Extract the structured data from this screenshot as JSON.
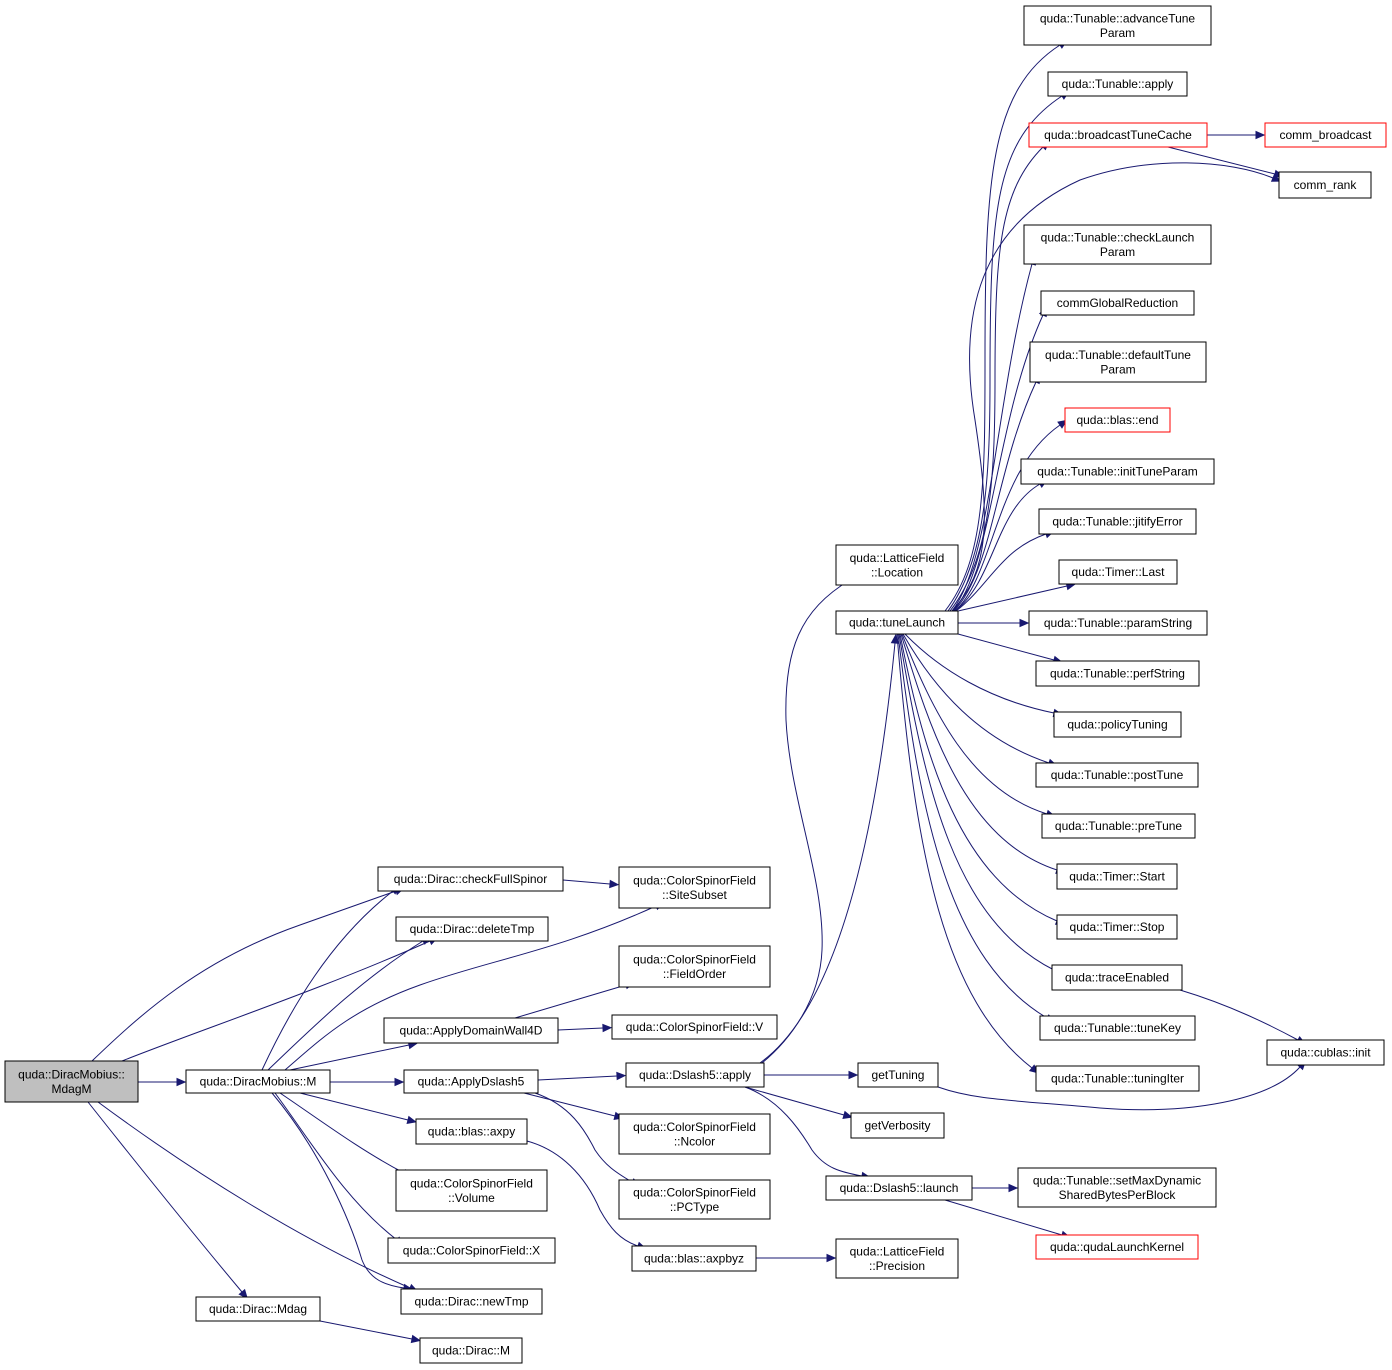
{
  "colors": {
    "edge": "#191970",
    "node_border": "#000000",
    "truncated_border": "#ff0000",
    "root_fill": "#bfbfbf"
  },
  "nodes": {
    "mdagm": {
      "lines": [
        "quda::DiracMobius::",
        "MdagM"
      ],
      "kind": "root"
    },
    "diracmobius_m": {
      "lines": [
        "quda::DiracMobius::M"
      ]
    },
    "dirac_mdag": {
      "lines": [
        "quda::Dirac::Mdag"
      ]
    },
    "dirac_m": {
      "lines": [
        "quda::Dirac::M"
      ]
    },
    "check_full_spinor": {
      "lines": [
        "quda::Dirac::checkFullSpinor"
      ]
    },
    "delete_tmp": {
      "lines": [
        "quda::Dirac::deleteTmp"
      ]
    },
    "apply_domain_wall_4d": {
      "lines": [
        "quda::ApplyDomainWall4D"
      ]
    },
    "apply_dslash5": {
      "lines": [
        "quda::ApplyDslash5"
      ]
    },
    "blas_axpy": {
      "lines": [
        "quda::blas::axpy"
      ]
    },
    "csf_volume": {
      "lines": [
        "quda::ColorSpinorField",
        "::Volume"
      ]
    },
    "csf_x": {
      "lines": [
        "quda::ColorSpinorField::X"
      ]
    },
    "new_tmp": {
      "lines": [
        "quda::Dirac::newTmp"
      ]
    },
    "csf_site_subset": {
      "lines": [
        "quda::ColorSpinorField",
        "::SiteSubset"
      ]
    },
    "csf_field_order": {
      "lines": [
        "quda::ColorSpinorField",
        "::FieldOrder"
      ]
    },
    "csf_v": {
      "lines": [
        "quda::ColorSpinorField::V"
      ]
    },
    "dslash5_apply": {
      "lines": [
        "quda::Dslash5::apply"
      ]
    },
    "csf_ncolor": {
      "lines": [
        "quda::ColorSpinorField",
        "::Ncolor"
      ]
    },
    "csf_pctype": {
      "lines": [
        "quda::ColorSpinorField",
        "::PCType"
      ]
    },
    "blas_axpbyz": {
      "lines": [
        "quda::blas::axpbyz"
      ]
    },
    "lattice_location": {
      "lines": [
        "quda::LatticeField",
        "::Location"
      ]
    },
    "tune_launch": {
      "lines": [
        "quda::tuneLaunch"
      ]
    },
    "get_tuning": {
      "lines": [
        "getTuning"
      ]
    },
    "get_verbosity": {
      "lines": [
        "getVerbosity"
      ]
    },
    "dslash5_launch": {
      "lines": [
        "quda::Dslash5::launch"
      ]
    },
    "lattice_precision": {
      "lines": [
        "quda::LatticeField",
        "::Precision"
      ]
    },
    "advance_tune_param": {
      "lines": [
        "quda::Tunable::advanceTune",
        "Param"
      ]
    },
    "tunable_apply": {
      "lines": [
        "quda::Tunable::apply"
      ]
    },
    "broadcast_tune_cache": {
      "lines": [
        "quda::broadcastTuneCache"
      ],
      "kind": "trunc"
    },
    "comm_broadcast": {
      "lines": [
        "comm_broadcast"
      ],
      "kind": "trunc"
    },
    "comm_rank": {
      "lines": [
        "comm_rank"
      ]
    },
    "check_launch_param": {
      "lines": [
        "quda::Tunable::checkLaunch",
        "Param"
      ]
    },
    "comm_global_reduction": {
      "lines": [
        "commGlobalReduction"
      ]
    },
    "default_tune_param": {
      "lines": [
        "quda::Tunable::defaultTune",
        "Param"
      ]
    },
    "blas_end": {
      "lines": [
        "quda::blas::end"
      ],
      "kind": "trunc"
    },
    "init_tune_param": {
      "lines": [
        "quda::Tunable::initTuneParam"
      ]
    },
    "jitify_error": {
      "lines": [
        "quda::Tunable::jitifyError"
      ]
    },
    "timer_last": {
      "lines": [
        "quda::Timer::Last"
      ]
    },
    "param_string": {
      "lines": [
        "quda::Tunable::paramString"
      ]
    },
    "perf_string": {
      "lines": [
        "quda::Tunable::perfString"
      ]
    },
    "policy_tuning": {
      "lines": [
        "quda::policyTuning"
      ]
    },
    "post_tune": {
      "lines": [
        "quda::Tunable::postTune"
      ]
    },
    "pre_tune": {
      "lines": [
        "quda::Tunable::preTune"
      ]
    },
    "timer_start": {
      "lines": [
        "quda::Timer::Start"
      ]
    },
    "timer_stop": {
      "lines": [
        "quda::Timer::Stop"
      ]
    },
    "trace_enabled": {
      "lines": [
        "quda::traceEnabled"
      ]
    },
    "tune_key": {
      "lines": [
        "quda::Tunable::tuneKey"
      ]
    },
    "tuning_iter": {
      "lines": [
        "quda::Tunable::tuningIter"
      ]
    },
    "cublas_init": {
      "lines": [
        "quda::cublas::init"
      ]
    },
    "set_max_dyn_shared": {
      "lines": [
        "quda::Tunable::setMaxDynamic",
        "SharedBytesPerBlock"
      ]
    },
    "quda_launch_kernel": {
      "lines": [
        "quda::qudaLaunchKernel"
      ],
      "kind": "trunc"
    }
  },
  "edges": [
    [
      "mdagm",
      "diracmobius_m"
    ],
    [
      "mdagm",
      "check_full_spinor"
    ],
    [
      "mdagm",
      "delete_tmp"
    ],
    [
      "mdagm",
      "dirac_mdag"
    ],
    [
      "mdagm",
      "new_tmp"
    ],
    [
      "diracmobius_m",
      "check_full_spinor"
    ],
    [
      "diracmobius_m",
      "delete_tmp"
    ],
    [
      "diracmobius_m",
      "apply_domain_wall_4d"
    ],
    [
      "diracmobius_m",
      "apply_dslash5"
    ],
    [
      "diracmobius_m",
      "blas_axpy"
    ],
    [
      "diracmobius_m",
      "csf_volume"
    ],
    [
      "diracmobius_m",
      "csf_x"
    ],
    [
      "diracmobius_m",
      "new_tmp"
    ],
    [
      "diracmobius_m",
      "csf_site_subset"
    ],
    [
      "dirac_mdag",
      "dirac_m"
    ],
    [
      "check_full_spinor",
      "csf_site_subset"
    ],
    [
      "apply_domain_wall_4d",
      "csf_field_order"
    ],
    [
      "apply_domain_wall_4d",
      "csf_v"
    ],
    [
      "apply_dslash5",
      "dslash5_apply"
    ],
    [
      "apply_dslash5",
      "csf_ncolor"
    ],
    [
      "apply_dslash5",
      "csf_pctype"
    ],
    [
      "blas_axpy",
      "blas_axpbyz"
    ],
    [
      "blas_axpbyz",
      "lattice_precision"
    ],
    [
      "dslash5_apply",
      "lattice_location"
    ],
    [
      "dslash5_apply",
      "tune_launch"
    ],
    [
      "dslash5_apply",
      "get_tuning"
    ],
    [
      "dslash5_apply",
      "get_verbosity"
    ],
    [
      "dslash5_apply",
      "dslash5_launch"
    ],
    [
      "dslash5_launch",
      "set_max_dyn_shared"
    ],
    [
      "dslash5_launch",
      "quda_launch_kernel"
    ],
    [
      "get_tuning",
      "cublas_init"
    ],
    [
      "trace_enabled",
      "cublas_init"
    ],
    [
      "broadcast_tune_cache",
      "comm_broadcast"
    ],
    [
      "broadcast_tune_cache",
      "comm_rank"
    ],
    [
      "tune_launch",
      "advance_tune_param"
    ],
    [
      "tune_launch",
      "tunable_apply"
    ],
    [
      "tune_launch",
      "broadcast_tune_cache"
    ],
    [
      "tune_launch",
      "comm_rank"
    ],
    [
      "tune_launch",
      "check_launch_param"
    ],
    [
      "tune_launch",
      "comm_global_reduction"
    ],
    [
      "tune_launch",
      "default_tune_param"
    ],
    [
      "tune_launch",
      "blas_end"
    ],
    [
      "tune_launch",
      "init_tune_param"
    ],
    [
      "tune_launch",
      "jitify_error"
    ],
    [
      "tune_launch",
      "timer_last"
    ],
    [
      "tune_launch",
      "param_string"
    ],
    [
      "tune_launch",
      "perf_string"
    ],
    [
      "tune_launch",
      "policy_tuning"
    ],
    [
      "tune_launch",
      "post_tune"
    ],
    [
      "tune_launch",
      "pre_tune"
    ],
    [
      "tune_launch",
      "timer_start"
    ],
    [
      "tune_launch",
      "timer_stop"
    ],
    [
      "tune_launch",
      "trace_enabled"
    ],
    [
      "tune_launch",
      "tune_key"
    ],
    [
      "tune_launch",
      "tuning_iter"
    ]
  ]
}
